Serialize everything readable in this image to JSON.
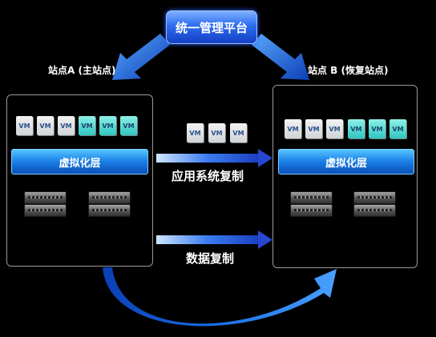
{
  "management": {
    "title": "统一管理平台"
  },
  "site_a": {
    "label": "站点A (主站点)",
    "vms": [
      "VM",
      "VM",
      "VM",
      "VM",
      "VM",
      "VM"
    ],
    "virtualization_layer": "虚拟化层"
  },
  "site_b": {
    "label": "站点 B (恢复站点)",
    "vms": [
      "VM",
      "VM",
      "VM",
      "VM",
      "VM",
      "VM"
    ],
    "virtualization_layer": "虚拟化层"
  },
  "transfer": {
    "vms": [
      "VM",
      "VM",
      "VM"
    ],
    "app_replication": "应用系统复制",
    "data_replication": "数据复制"
  },
  "colors": {
    "vm_gray": "#e0e3e6",
    "vm_teal": "#2fc6c0",
    "accent_blue": "#1a6fe6",
    "failure": "#e00000"
  },
  "icons": {
    "failure": "x-mark-icon",
    "server": "server-icon",
    "database": "database-icon"
  }
}
